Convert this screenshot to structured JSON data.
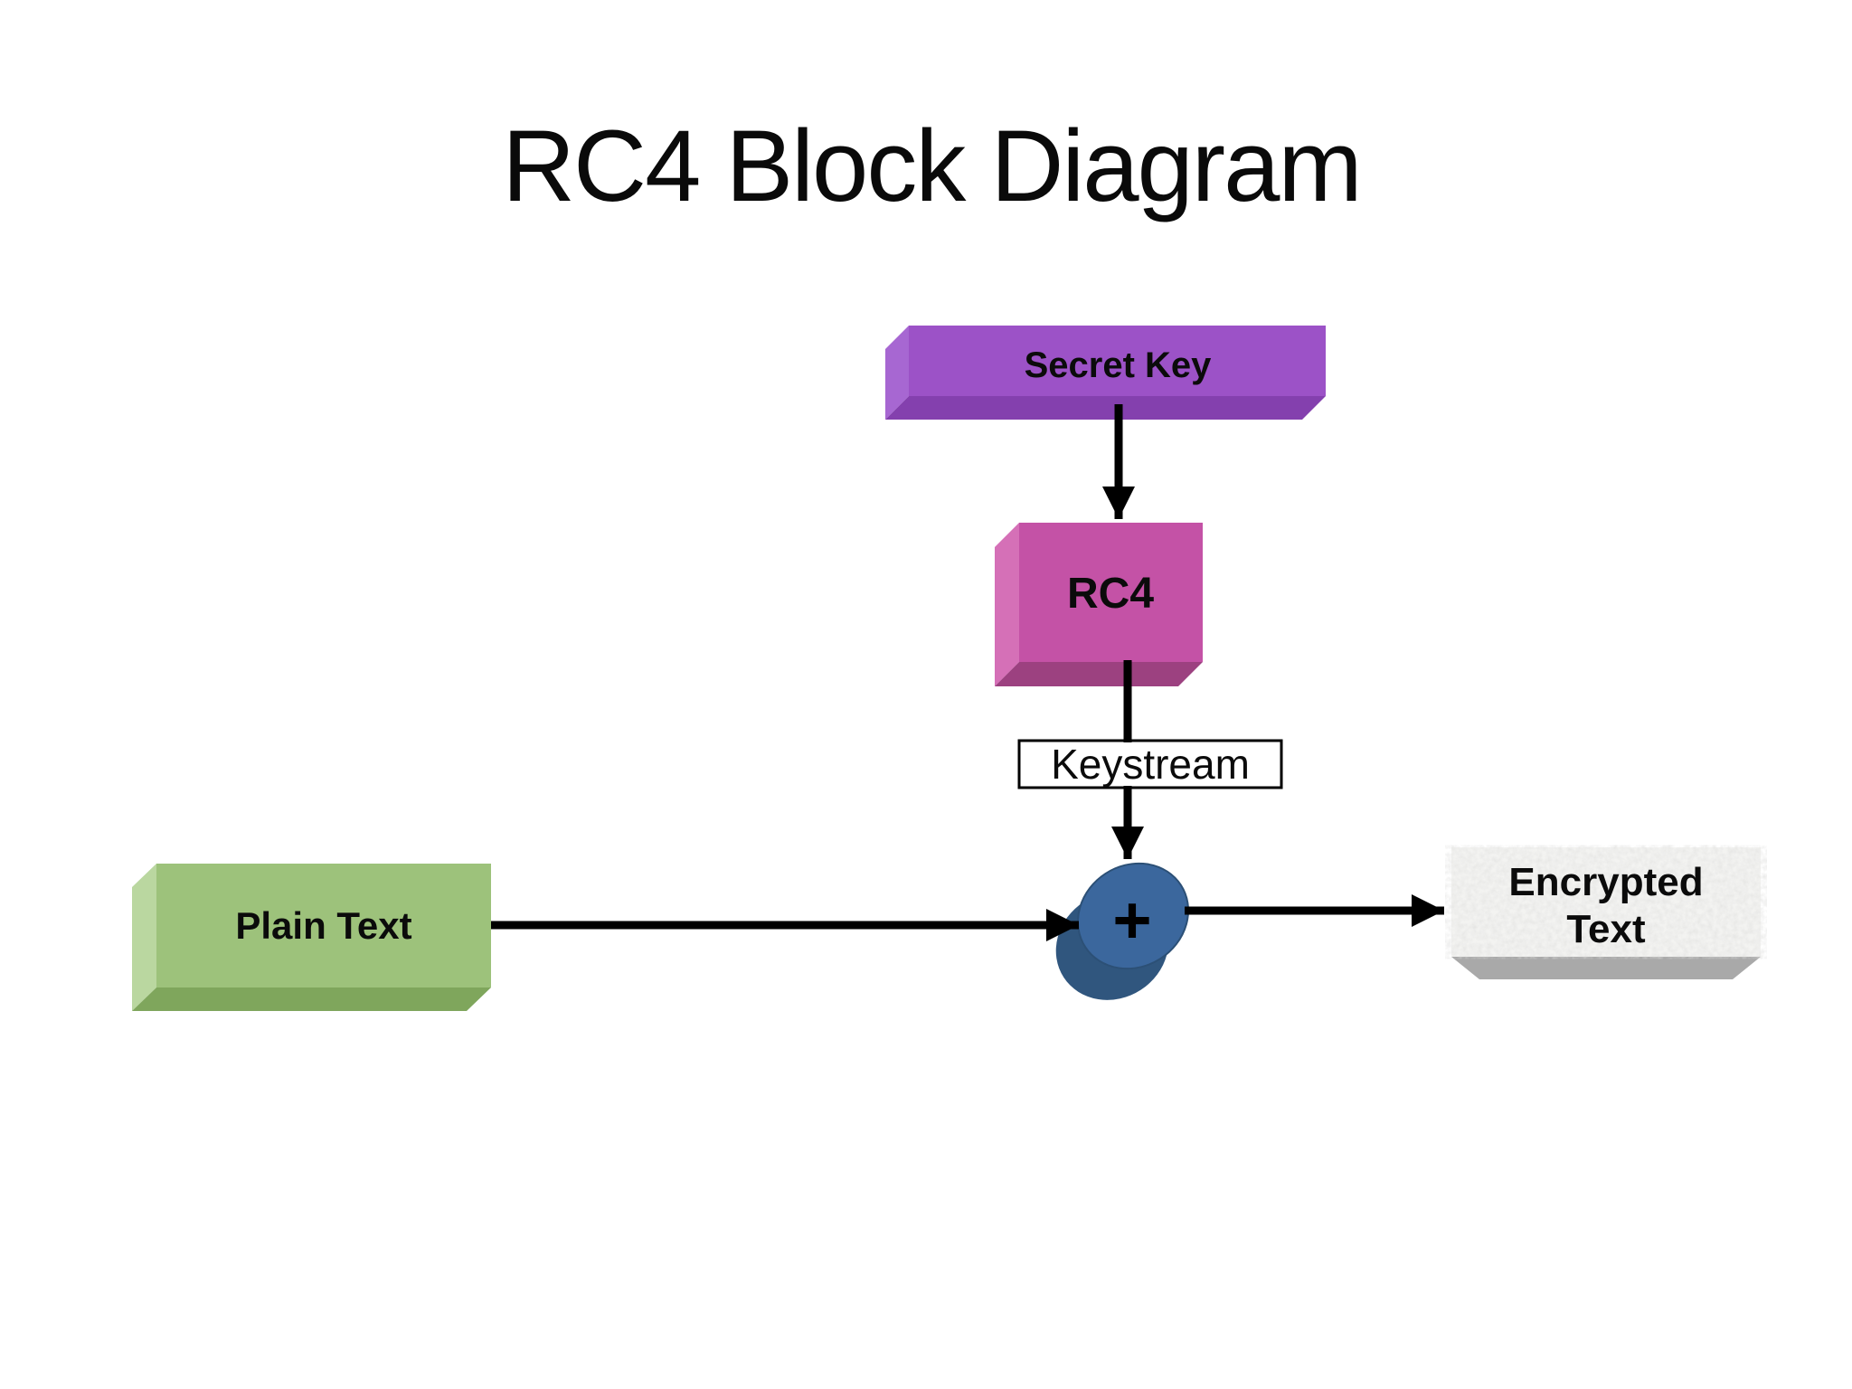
{
  "slide": {
    "title": "RC4 Block Diagram",
    "background_color": "#ffffff",
    "arrow_color": "#000000"
  },
  "nodes": {
    "secret_key": {
      "label": "Secret Key",
      "fill": "#9c52c7"
    },
    "rc4": {
      "label": "RC4",
      "fill": "#c452a6"
    },
    "keystream": {
      "label": "Keystream",
      "fill": "#ffffff",
      "border_color": "#000000"
    },
    "plain_text": {
      "label": "Plain Text",
      "fill": "#9dc27b"
    },
    "xor": {
      "symbol": "+",
      "fill": "#3b679d"
    },
    "encrypted_text": {
      "lines": [
        "Encrypted",
        "Text"
      ],
      "fill": "#f3f3f1",
      "bevel_color": "#a9a9a9"
    }
  },
  "edges": [
    {
      "from": "secret-key",
      "to": "rc4",
      "arrowhead": true
    },
    {
      "from": "rc4",
      "to": "keystream",
      "arrowhead": false
    },
    {
      "from": "keystream",
      "to": "xor",
      "arrowhead": true
    },
    {
      "from": "plain-text",
      "to": "xor",
      "arrowhead": true
    },
    {
      "from": "xor",
      "to": "encrypted-text",
      "arrowhead": true
    }
  ]
}
